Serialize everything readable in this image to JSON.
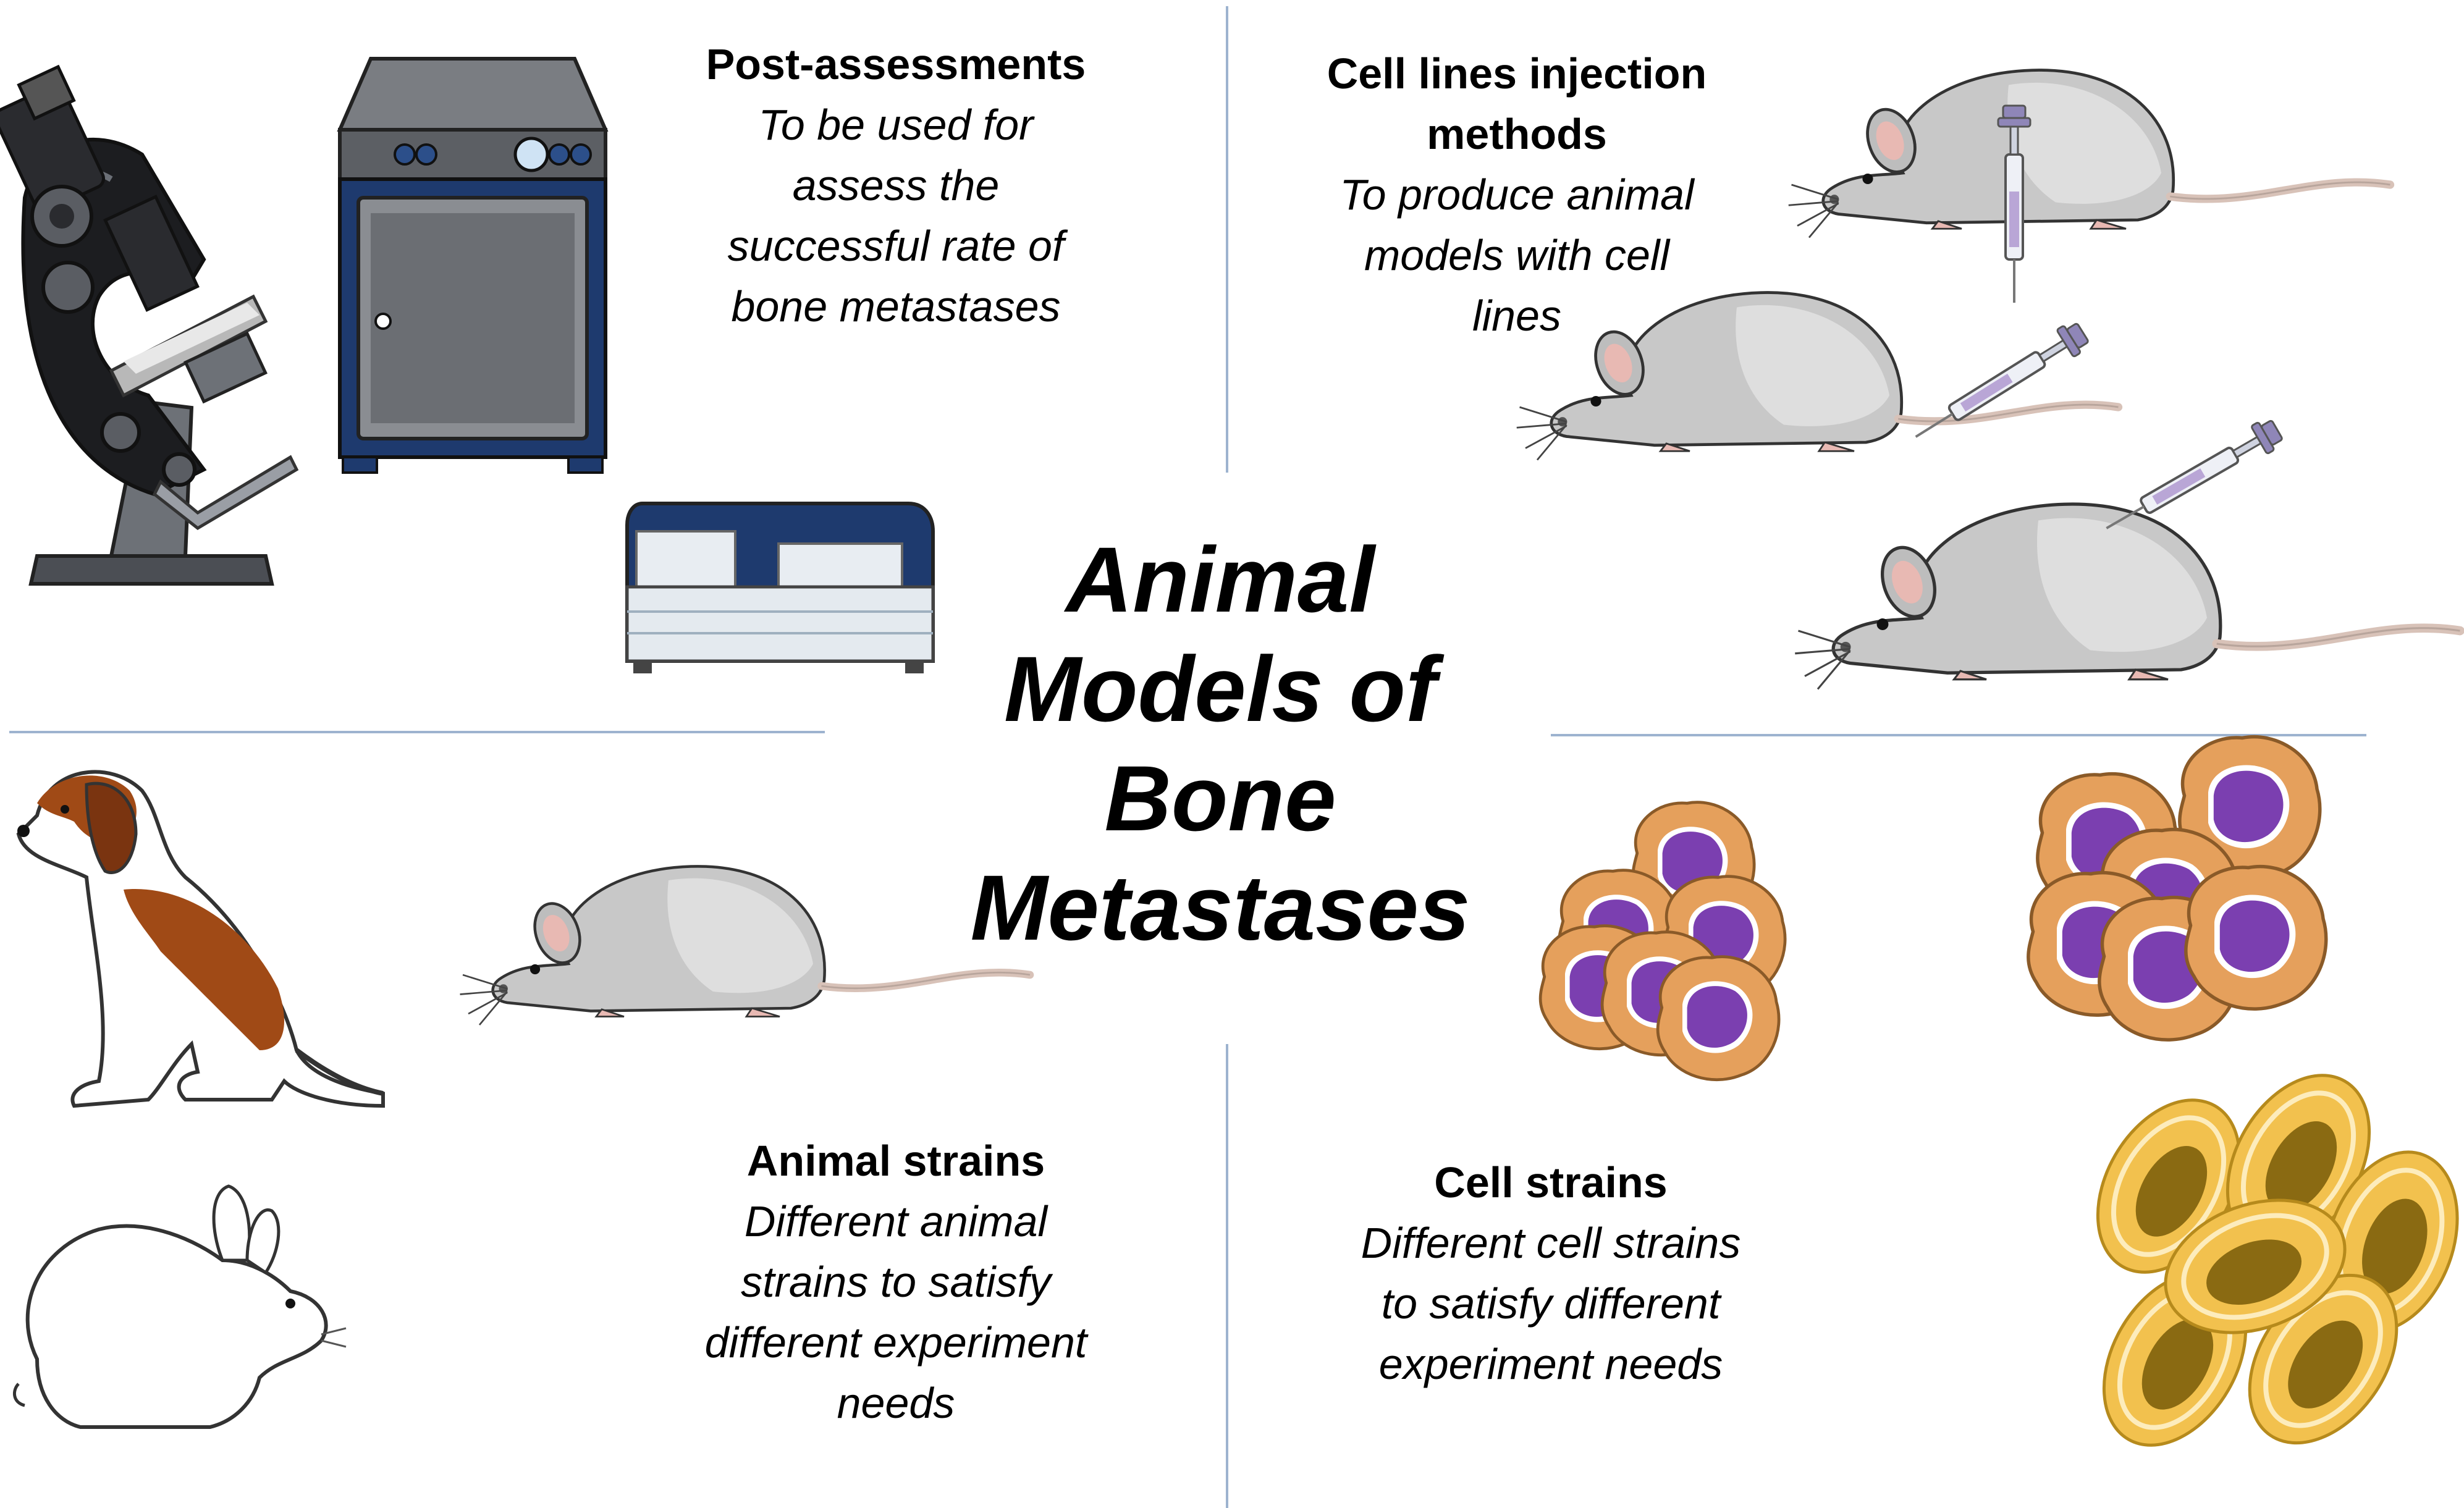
{
  "title": {
    "lines": [
      "Animal",
      "Models of",
      "Bone",
      "Metastases"
    ]
  },
  "sections": {
    "post_assessments": {
      "heading": "Post-assessments",
      "body": [
        "To be used for",
        "assess the",
        "successful rate of",
        "bone metastases"
      ]
    },
    "cell_lines_injection": {
      "heading": [
        "Cell lines injection",
        "methods"
      ],
      "body": [
        "To produce animal",
        "models with cell",
        "lines"
      ]
    },
    "animal_strains": {
      "heading": "Animal strains",
      "body": [
        "Different animal",
        "strains to satisfy",
        "different experiment",
        "needs"
      ]
    },
    "cell_strains": {
      "heading": "Cell strains",
      "body": [
        "Different cell strains",
        "to satisfy different",
        "experiment needs"
      ]
    }
  },
  "colors": {
    "divider": "#9db3cf",
    "mouse_fur": "#c8c8c8",
    "dog_brown": "#a04a16",
    "cell_orange": "#e5a05c",
    "cell_nucleus": "#7b3fb0",
    "cell_yellow": "#f2c14e",
    "cell_yellow_nucleus": "#8a6a12",
    "instrument_blue": "#1e3a6e"
  },
  "icons": [
    "microscope-icon",
    "incubator-icon",
    "analyzer-icon",
    "mouse-icon",
    "syringe-icon",
    "dog-icon",
    "rabbit-icon",
    "tumor-cell-icon",
    "yellow-cell-icon"
  ]
}
